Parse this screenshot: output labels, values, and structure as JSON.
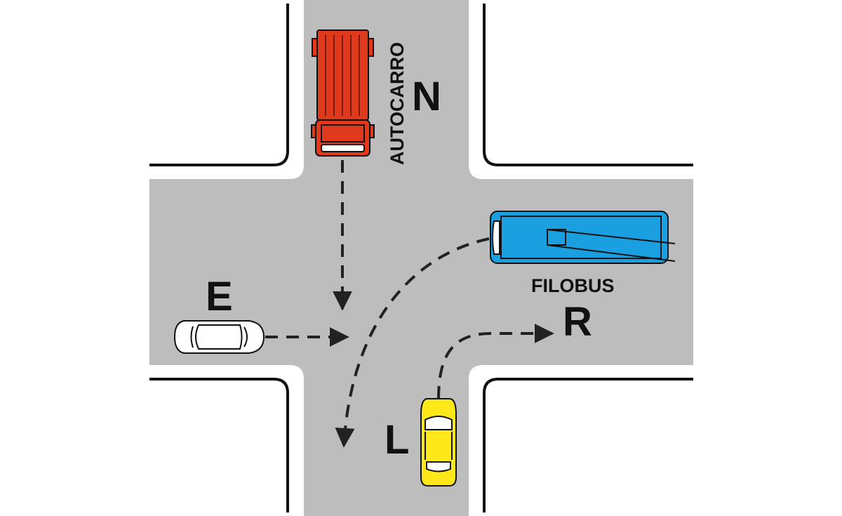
{
  "labels": {
    "north": "N",
    "east": "E",
    "right": "R",
    "left": "L",
    "truck": "AUTOCARRO",
    "trolleybus": "FILOBUS"
  },
  "colors": {
    "road": "#bdbdbd",
    "truck": "#e03a1c",
    "trolleybus": "#1aa0e0",
    "car_white": "#ffffff",
    "car_yellow": "#ffe81a",
    "outline": "#111111",
    "arrow": "#222222"
  }
}
